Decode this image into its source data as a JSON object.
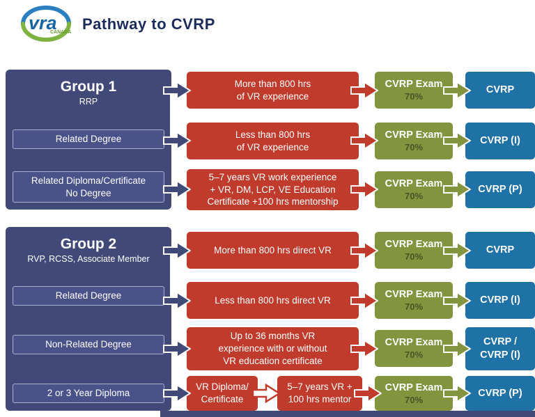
{
  "header": {
    "logo_text": "vra",
    "logo_subtext": "CANADA",
    "title": "Pathway to CVRP"
  },
  "colors": {
    "navy": "#414978",
    "red": "#c13b2c",
    "olive": "#82943e",
    "blue": "#1f72a6"
  },
  "exam": {
    "label": "CVRP Exam",
    "score": "70%"
  },
  "group1": {
    "title": "Group 1",
    "subtitle": "RRP",
    "entry_related_degree": "Related Degree",
    "entry_diploma": "Related Diploma/Certificate\nNo Degree",
    "rows": [
      {
        "requirement": "More than 800 hrs\nof VR experience",
        "result": "CVRP"
      },
      {
        "requirement": "Less than 800 hrs\nof VR experience",
        "result": "CVRP (I)"
      },
      {
        "requirement": "5–7 years VR work experience\n+ VR, DM, LCP, VE Education\nCertificate +100 hrs mentorship",
        "result": "CVRP (P)"
      }
    ]
  },
  "group2": {
    "title": "Group 2",
    "subtitle": "RVP, RCSS, Associate Member",
    "entry_related_degree": "Related Degree",
    "entry_non_related_degree": "Non-Related Degree",
    "entry_diploma": "2 or 3 Year Diploma",
    "rows": [
      {
        "requirement": "More than 800 hrs direct VR",
        "result": "CVRP"
      },
      {
        "requirement": "Less than 800 hrs direct VR",
        "result": "CVRP (I)"
      },
      {
        "requirement": "Up to 36 months VR\nexperience with or without\nVR education certificate",
        "result": "CVRP /\nCVRP (I)"
      },
      {
        "requirement": "VR Diploma/\nCertificate",
        "requirement2": "5–7 years VR +\n100 hrs mentor",
        "result": "CVRP (P)"
      }
    ]
  }
}
